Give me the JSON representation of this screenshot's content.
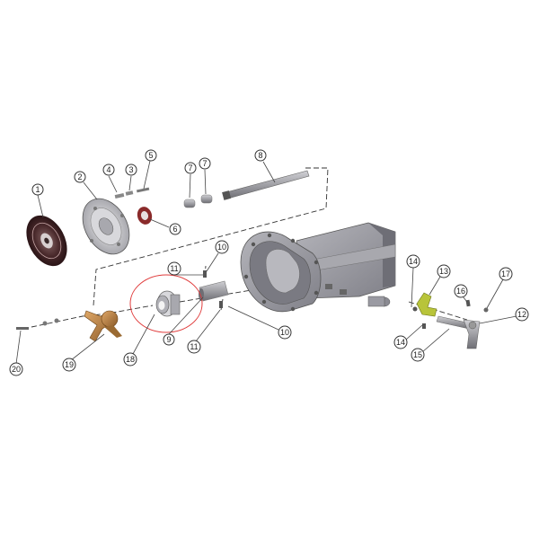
{
  "diagram": {
    "callouts": [
      {
        "id": "c1",
        "label": "1"
      },
      {
        "id": "c2",
        "label": "2"
      },
      {
        "id": "c4",
        "label": "4"
      },
      {
        "id": "c3",
        "label": "3"
      },
      {
        "id": "c5",
        "label": "5"
      },
      {
        "id": "c6",
        "label": "6"
      },
      {
        "id": "c7a",
        "label": "7"
      },
      {
        "id": "c7b",
        "label": "7"
      },
      {
        "id": "c8",
        "label": "8"
      },
      {
        "id": "c10a",
        "label": "10"
      },
      {
        "id": "c11a",
        "label": "11"
      },
      {
        "id": "c9",
        "label": "9"
      },
      {
        "id": "c11b",
        "label": "11"
      },
      {
        "id": "c10b",
        "label": "10"
      },
      {
        "id": "c18",
        "label": "18"
      },
      {
        "id": "c19",
        "label": "19"
      },
      {
        "id": "c20",
        "label": "20"
      },
      {
        "id": "c14a",
        "label": "14"
      },
      {
        "id": "c13",
        "label": "13"
      },
      {
        "id": "c16",
        "label": "16"
      },
      {
        "id": "c17",
        "label": "17"
      },
      {
        "id": "c12",
        "label": "12"
      },
      {
        "id": "c14b",
        "label": "14"
      },
      {
        "id": "c15",
        "label": "15"
      }
    ],
    "highlight": {
      "part": "18",
      "color": "#e03c3c"
    },
    "colors": {
      "housing": "#9a9aa2",
      "housing_dark": "#6e6e76",
      "clutch_disc": "#4a2a2c",
      "pressure_plate": "#c8c8cc",
      "bracket_bronze": "#b07a3a",
      "fork_green": "#b8c43a",
      "seal_red": "#8a2a2a"
    }
  }
}
